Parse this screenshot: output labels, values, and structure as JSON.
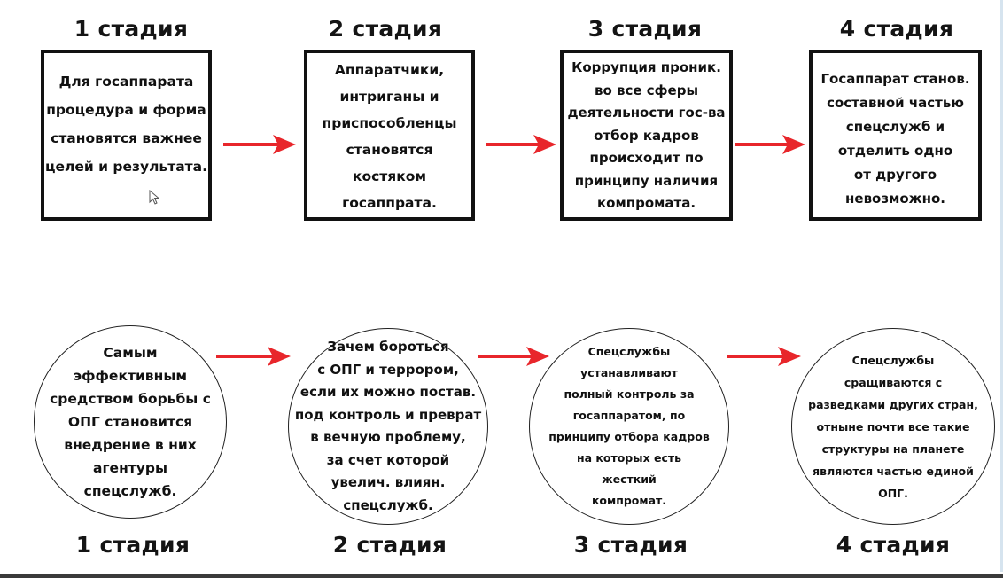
{
  "colors": {
    "arrow": "#e8262b",
    "border": "#111111",
    "text": "#141414"
  },
  "top_row": {
    "stages": [
      {
        "title": "1 стадия",
        "lines": [
          "Для госаппарата",
          "процедура и форма",
          "становятся важнее",
          "целей и результата."
        ]
      },
      {
        "title": "2 стадия",
        "lines": [
          "Аппаратчики,",
          "интриганы и",
          "приспособленцы",
          "становятся",
          "костяком",
          "госаппрата."
        ]
      },
      {
        "title": "3 стадия",
        "lines": [
          "Коррупция проник.",
          "во все сферы",
          "деятельности гос-ва",
          "отбор кадров",
          "происходит по",
          "принципу наличия",
          "компромата."
        ]
      },
      {
        "title": "4 стадия",
        "lines": [
          "Госаппарат станов.",
          "составной частью",
          "спецслужб и",
          "отделить одно",
          "от другого",
          "невозможно."
        ]
      }
    ]
  },
  "bottom_row": {
    "stages": [
      {
        "title": "1 стадия",
        "lines": [
          "Самым",
          "эффективным",
          "средством борьбы с",
          "ОПГ становится",
          "внедрение в них",
          "агентуры",
          "спецслужб."
        ]
      },
      {
        "title": "2 стадия",
        "lines": [
          "Зачем бороться",
          "с ОПГ и террором,",
          "если их можно постав.",
          "под контроль и преврат",
          "в вечную проблему,",
          "за счет которой",
          "увелич. влиян.",
          "спецслужб."
        ]
      },
      {
        "title": "3 стадия",
        "lines": [
          "Спецслужбы",
          "устанавливают",
          "полный контроль за",
          "госаппаратом, по",
          "принципу отбора кадров",
          "на которых есть",
          "жесткий",
          "компромат."
        ]
      },
      {
        "title": "4 стадия",
        "lines": [
          "Спецслужбы",
          "сращиваются с",
          "разведками других стран,",
          "отныне почти все такие",
          "структуры на планете",
          "являются частью единой",
          "ОПГ."
        ]
      }
    ]
  },
  "icons": {
    "arrow": "arrow-right-icon",
    "cursor": "mouse-cursor-icon"
  }
}
